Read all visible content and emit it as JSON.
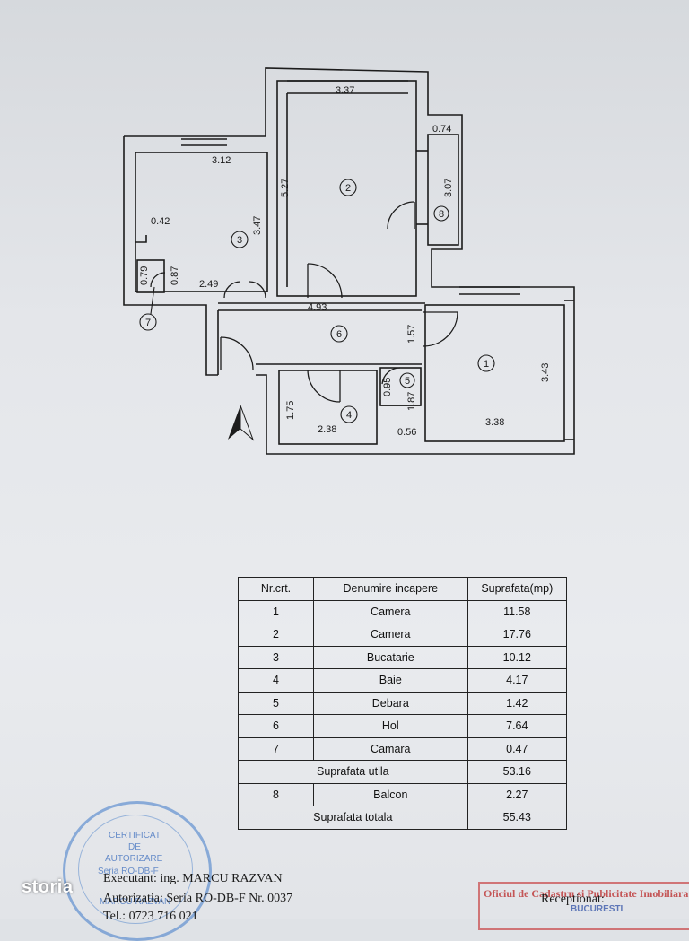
{
  "plan": {
    "dimensions": {
      "d_337": "3.37",
      "d_074": "0.74",
      "d_527": "5.27",
      "d_307": "3.07",
      "d_312": "3.12",
      "d_042": "0.42",
      "d_347": "3.47",
      "d_079": "0.79",
      "d_087": "0.87",
      "d_249": "2.49",
      "d_493": "4.93",
      "d_157": "1.57",
      "d_343": "3.43",
      "d_095": "0.95",
      "d_187": "1.87",
      "d_175": "1.75",
      "d_238": "2.38",
      "d_056": "0.56",
      "d_338": "3.38"
    },
    "room_numbers": {
      "r1": "1",
      "r2": "2",
      "r3": "3",
      "r4": "4",
      "r5": "5",
      "r6": "6",
      "r7": "7",
      "r8": "8"
    }
  },
  "table": {
    "headers": [
      "Nr.crt.",
      "Denumire incapere",
      "Suprafata(mp)"
    ],
    "rows": [
      {
        "nr": "1",
        "name": "Camera",
        "area": "11.58"
      },
      {
        "nr": "2",
        "name": "Camera",
        "area": "17.76"
      },
      {
        "nr": "3",
        "name": "Bucatarie",
        "area": "10.12"
      },
      {
        "nr": "4",
        "name": "Baie",
        "area": "4.17"
      },
      {
        "nr": "5",
        "name": "Debara",
        "area": "1.42"
      },
      {
        "nr": "6",
        "name": "Hol",
        "area": "7.64"
      },
      {
        "nr": "7",
        "name": "Camara",
        "area": "0.47"
      }
    ],
    "utila_label": "Suprafata utila",
    "utila_value": "53.16",
    "balcon": {
      "nr": "8",
      "name": "Balcon",
      "area": "2.27"
    },
    "totala_label": "Suprafata totala",
    "totala_value": "55.43"
  },
  "footer": {
    "executant": "Executant: ing. MARCU RAZVAN",
    "autorizatia": "Autorizatia: Seria RO-DB-F Nr. 0037",
    "tel": "Tel.: 0723 716 021",
    "receptionat": "Receptionat:",
    "ocpi": "Oficiul de Cadastru si Publicitate Imobiliara",
    "bucuresti": "BUCURESTI"
  },
  "stamp": {
    "line1": "CERTIFICAT",
    "line2": "DE",
    "line3": "AUTORIZARE",
    "line4": "Seria RO-DB-F",
    "line5": "MARCU RAZVAN"
  },
  "watermark": {
    "brand": "storia"
  },
  "colors": {
    "stamp_blue": "#3c78c8",
    "ocpi_red": "#c84646",
    "ink": "#1a1a1a"
  }
}
